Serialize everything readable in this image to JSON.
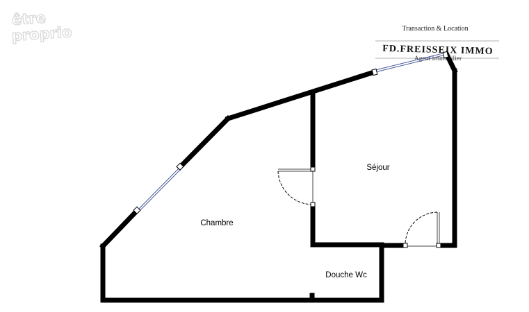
{
  "watermark": {
    "line1": "être",
    "line2": "proprio"
  },
  "agency_logo": {
    "tagline": "Transaction & Location",
    "name": "FD.FREISSEIX IMMO",
    "subtitle": "Agent Immobilier"
  },
  "rooms": {
    "sejour": "Séjour",
    "chambre": "Chambre",
    "douche_wc": "Douche Wc"
  },
  "colors": {
    "walls": "#000000",
    "windows": "#4a5a9a",
    "background": "#ffffff"
  }
}
